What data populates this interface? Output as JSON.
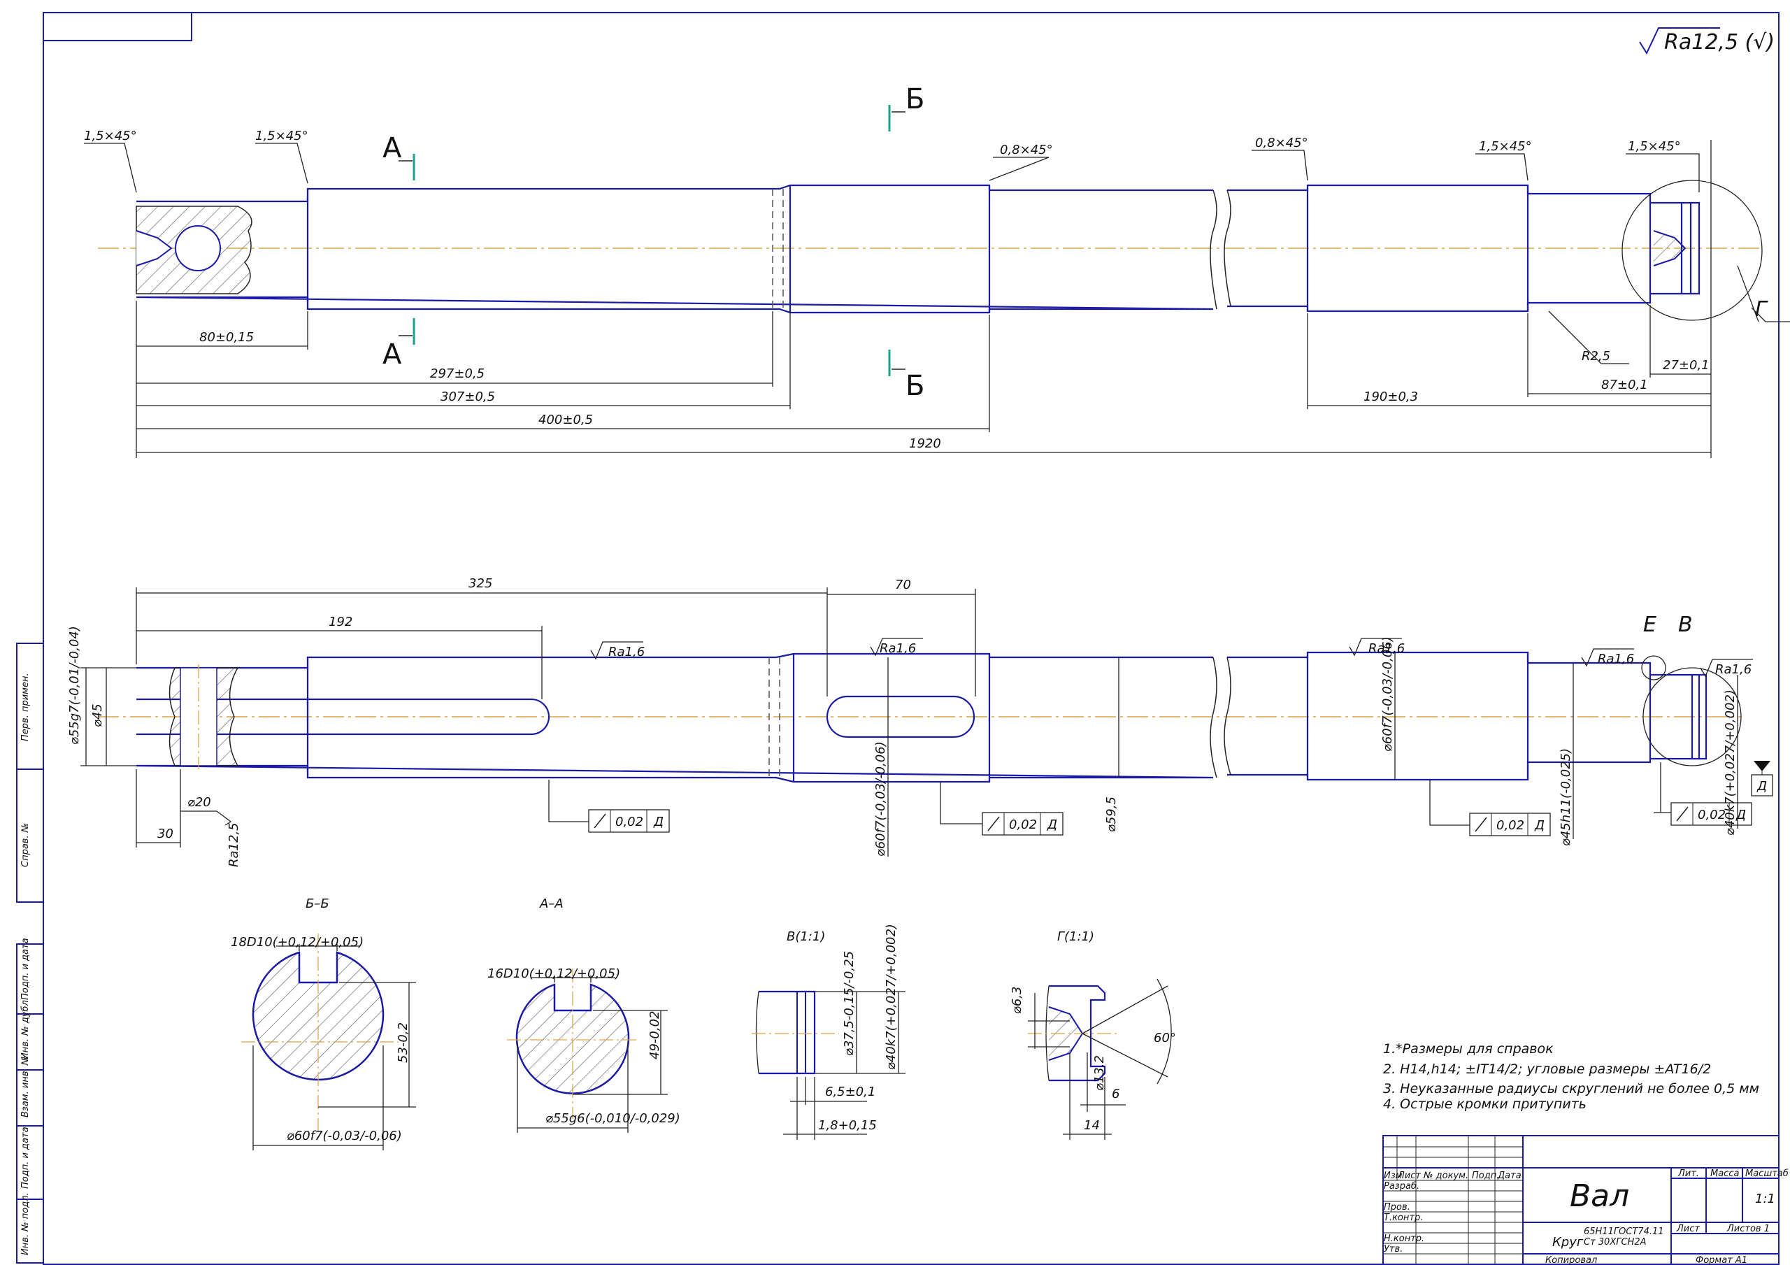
{
  "roughness_general": "Ra12,5 (√)",
  "view_top": {
    "chamfers": [
      "1,5×45°",
      "1,5×45°",
      "0,8×45°",
      "0,8×45°",
      "1,5×45°",
      "1,5×45°"
    ],
    "dims": [
      "80±0,15",
      "297±0,5",
      "307±0,5",
      "400±0,5",
      "1920",
      "190±0,3",
      "87±0,1",
      "27±0,1"
    ],
    "radius": "R2,5",
    "section_labels": {
      "a": "А",
      "b": "Б",
      "g": "Г"
    }
  },
  "view_main": {
    "dims": [
      "325",
      "192",
      "70",
      "30"
    ],
    "diameters": [
      "⌀55g7(-0,01/-0,04)",
      "⌀45",
      "⌀20",
      "⌀60f7(-0,03/-0,06)",
      "⌀59,5",
      "⌀60f7(-0,03/-0,06)",
      "⌀45h11(-0,025)",
      "⌀40k7(+0,027/+0,002)"
    ],
    "roughness": [
      "Ra1,6",
      "Ra1,6",
      "Ra1,6",
      "Ra1,6",
      "Ra1,6",
      "Ra12,5"
    ],
    "tolerance_value": "0,02",
    "datum": "Д",
    "detail_labels": {
      "e": "Е",
      "v": "В"
    }
  },
  "sections": {
    "bb": {
      "title": "Б–Б",
      "key": "18D10(+0,12/+0,05)",
      "depth": "53-0,2",
      "dia": "⌀60f7(-0,03/-0,06)"
    },
    "aa": {
      "title": "А–А",
      "key": "16D10(+0,12/+0,05)",
      "depth": "49-0,02",
      "dia": "⌀55g6(-0,010/-0,029)"
    },
    "v": {
      "title": "В(1:1)",
      "d1": "⌀37,5-0,15/-0,25",
      "d2": "⌀40k7(+0,027/+0,002)",
      "w1": "6,5±0,1",
      "w2": "1,8+0,15"
    },
    "g": {
      "title": "Г(1:1)",
      "d1": "⌀6,3",
      "d2": "⌀13,2",
      "ang": "60°",
      "l1": "14",
      "l2": "6"
    }
  },
  "notes": [
    "1.*Размеры для справок",
    "2. H14,h14; ±IT14/2; угловые размеры ±AT16/2",
    "3. Неуказанные радиусы скруглений не более 0,5 мм",
    "4. Острые кромки притупить"
  ],
  "title_block": {
    "name": "Вал",
    "material_top": "65Н11ГОСТ74.11",
    "material_bottom": "Ст 30ХГСН2А",
    "material_prefix": "Круг",
    "cols": [
      "Изм",
      "Лист",
      "№ докум.",
      "Подп.",
      "Дата"
    ],
    "rows": [
      "Разраб.",
      "Пров.",
      "Т.контр.",
      "Н.контр.",
      "Утв."
    ],
    "headers": [
      "Лит.",
      "Масса",
      "Масштаб"
    ],
    "scale": "1:1",
    "sheet": "Лист",
    "sheets": "Листов 1",
    "copied": "Копировал",
    "format": "Формат А1"
  },
  "side_stamps": [
    "Перв. примен.",
    "Справ. №",
    "Подп. и дата",
    "Инв. № дубл.",
    "Взам. инв. №",
    "Подп. и дата",
    "Инв. № подл."
  ],
  "colors": {
    "outline": "#1a1aa6",
    "axis": "#d9a441",
    "mark": "#1aa38a",
    "line": "#222222"
  }
}
